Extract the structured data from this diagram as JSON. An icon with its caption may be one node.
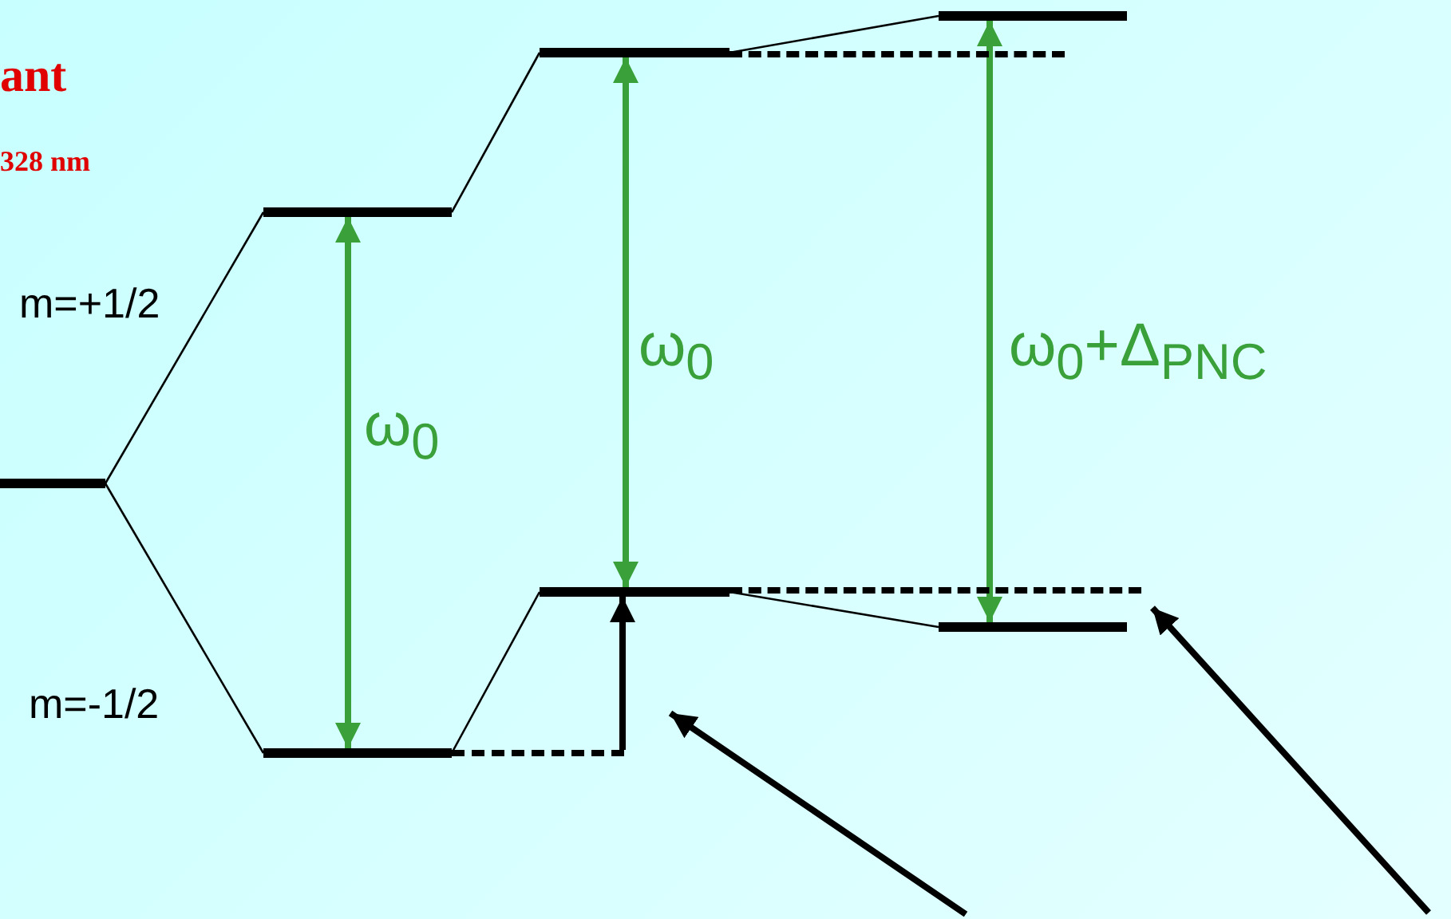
{
  "diagram": {
    "nodes": [
      {
        "text": [],
        "shape": "bar"
      },
      {
        "text": [],
        "shape": "bar"
      },
      {
        "text": [],
        "shape": "bar"
      },
      {
        "text": [],
        "shape": "bar"
      },
      {
        "text": [],
        "shape": "bar"
      },
      {
        "text": [],
        "shape": "bar"
      },
      {
        "text": [],
        "shape": "bar"
      },
      {
        "text": [],
        "shape": "dashed-line"
      },
      {
        "text": [],
        "shape": "dashed-line"
      },
      {
        "text": [],
        "shape": "dashed-line"
      }
    ],
    "edges": [
      {
        "from": 0,
        "to": 1,
        "arrow": "none"
      },
      {
        "from": 0,
        "to": 2,
        "arrow": "none"
      },
      {
        "from": 1,
        "to": 3,
        "arrow": "none"
      },
      {
        "from": 2,
        "to": 4,
        "arrow": "none"
      },
      {
        "from": 3,
        "to": 5,
        "arrow": "none"
      },
      {
        "from": 4,
        "to": 6,
        "arrow": "none"
      },
      {
        "from": 2,
        "to": 1,
        "arrow": "both",
        "label": "ω$_{0}$",
        "color": "#3aa03a",
        "style": "thick"
      },
      {
        "from": 4,
        "to": 3,
        "arrow": "both",
        "label": "ω$_{0}$",
        "color": "#3aa03a",
        "style": "thick"
      },
      {
        "from": 6,
        "to": 5,
        "arrow": "both",
        "label": "ω$_{0}$+Δ$_{PNC}$",
        "color": "#3aa03a",
        "style": "thick"
      },
      {
        "from": 9,
        "to": 4,
        "arrow": "to",
        "style": "thick"
      },
      {
        "from": null,
        "to": 9,
        "arrow": "to",
        "style": "thick"
      },
      {
        "from": null,
        "to": 8,
        "arrow": "to",
        "style": "thick"
      }
    ],
    "labels": [
      "ant",
      "328 nm",
      "m=+1/2",
      "m=-1/2"
    ]
  }
}
